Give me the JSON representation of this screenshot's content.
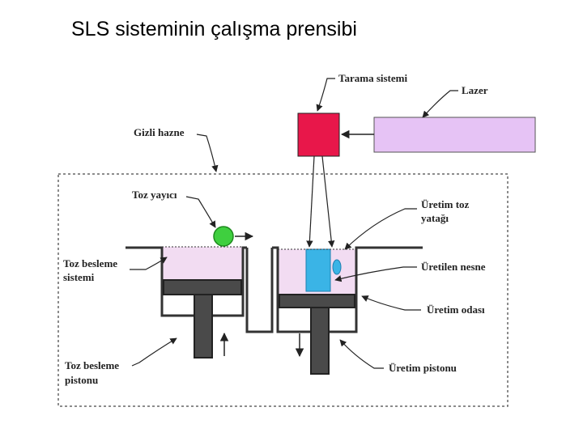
{
  "title": "SLS sisteminin çalışma prensibi",
  "labels": {
    "scanning_system": "Tarama sistemi",
    "laser": "Lazer",
    "hidden_chamber": "Gizli hazne",
    "powder_spreader": "Toz yayıcı",
    "build_powder_bed_line1": "Üretim toz",
    "build_powder_bed_line2": "yatağı",
    "powder_feed_system_line1": "Toz besleme",
    "powder_feed_system_line2": "sistemi",
    "produced_object": "Üretilen nesne",
    "build_chamber": "Üretim odası",
    "powder_feed_piston_line1": "Toz besleme",
    "powder_feed_piston_line2": "pistonu",
    "build_piston": "Üretim pistonu"
  },
  "colors": {
    "scanner": "#e8174a",
    "laser": "#e6c3f5",
    "powder": "#f2dcf2",
    "object": "#3ab4e6",
    "spreader": "#3fcf3f",
    "piston": "#4a4a4a"
  }
}
